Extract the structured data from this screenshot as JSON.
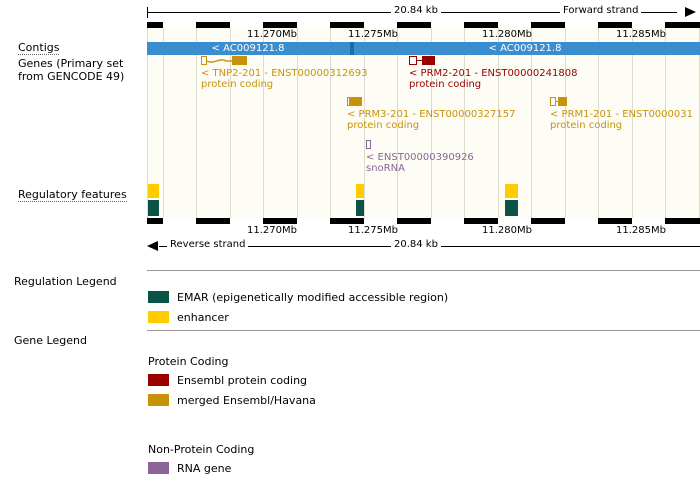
{
  "view": {
    "region_length": "20.84 kb",
    "forward_strand_label": "Forward strand",
    "reverse_strand_label": "Reverse strand",
    "tick_labels": [
      "11.270Mb",
      "11.275Mb",
      "11.280Mb",
      "11.285Mb"
    ],
    "panel_bg": "#fdfdf5",
    "gridline_color": "#dcdccd"
  },
  "tracks": {
    "contigs": {
      "label": "Contigs",
      "color": "#3a8ed0",
      "items": [
        {
          "name": "< AC009121.8"
        },
        {
          "name": "< AC009121.8"
        }
      ]
    },
    "genes": {
      "label_line1": "Genes (Primary set",
      "label_line2": "from GENCODE 49)",
      "items": [
        {
          "name": "< TNP2-201 - ENST00000312693",
          "biotype": "protein coding",
          "color": "#c8930a"
        },
        {
          "name": "< PRM2-201 - ENST00000241808",
          "biotype": "protein coding",
          "color": "#990000"
        },
        {
          "name": "< PRM3-201 - ENST00000327157",
          "biotype": "protein coding",
          "color": "#c8930a"
        },
        {
          "name": "< PRM1-201 - ENST0000031",
          "biotype": "protein coding",
          "color": "#c8930a"
        },
        {
          "name": "< ENST00000390926",
          "biotype": "snoRNA",
          "color": "#8b6596"
        }
      ]
    },
    "regulatory": {
      "label": "Regulatory features",
      "features": [
        {
          "type": "enhancer",
          "color": "#ffcc00"
        },
        {
          "type": "EMAR",
          "color": "#0b5345"
        },
        {
          "type": "enhancer",
          "color": "#ffcc00"
        },
        {
          "type": "EMAR",
          "color": "#0b5345"
        },
        {
          "type": "enhancer",
          "color": "#ffcc00"
        },
        {
          "type": "EMAR",
          "color": "#0b5345"
        }
      ]
    }
  },
  "legends": {
    "regulation": {
      "title": "Regulation Legend",
      "entries": [
        {
          "label": "EMAR (epigenetically modified accessible region)",
          "color": "#0b5345"
        },
        {
          "label": "enhancer",
          "color": "#ffcc00"
        }
      ]
    },
    "gene": {
      "title": "Gene Legend",
      "groups": [
        {
          "heading": "Protein Coding",
          "entries": [
            {
              "label": "Ensembl protein coding",
              "color": "#990000"
            },
            {
              "label": "merged Ensembl/Havana",
              "color": "#c8930a"
            }
          ]
        },
        {
          "heading": "Non-Protein Coding",
          "entries": [
            {
              "label": "RNA gene",
              "color": "#8b6596"
            }
          ]
        }
      ]
    }
  }
}
